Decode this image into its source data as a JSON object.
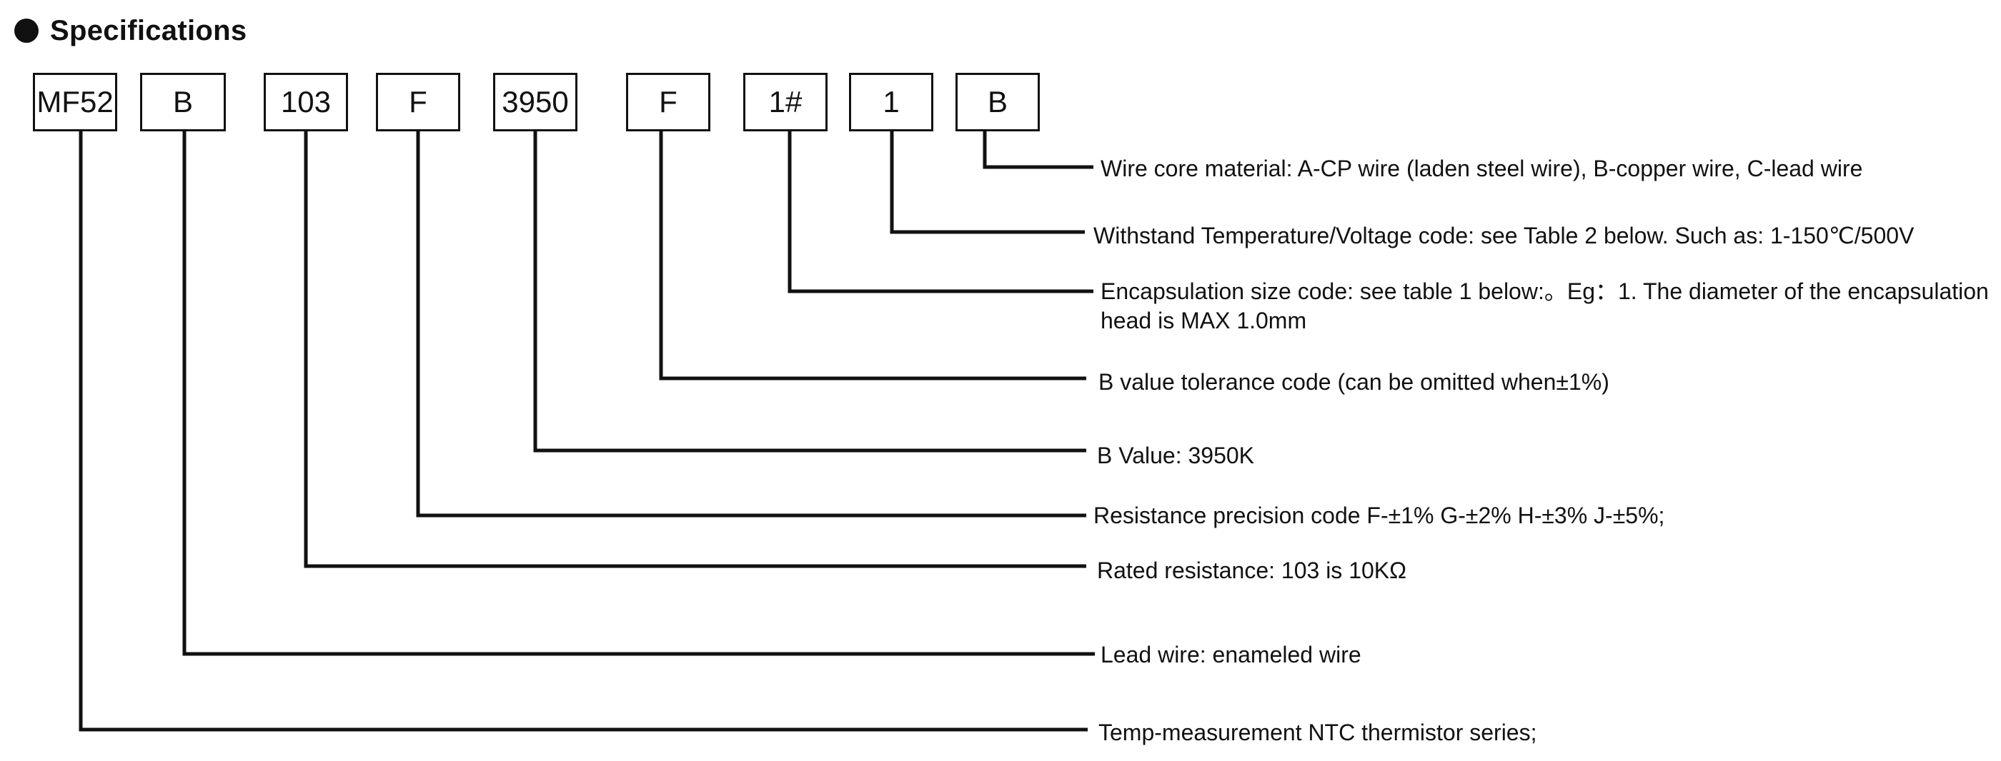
{
  "title": "Specifications",
  "codes": [
    "MF52",
    "B",
    "103",
    "F",
    "3950",
    "F",
    "1#",
    "1",
    "B"
  ],
  "descriptions": {
    "d8": "Wire core material: A-CP wire (laden steel wire), B-copper wire, C-lead wire",
    "d7": "Withstand Temperature/Voltage code: see Table 2 below. Such as: 1-150℃/500V",
    "d6_line1": "Encapsulation size code: see table 1 below:。Eg：1. The diameter of the encapsulation",
    "d6_line2": "head is MAX 1.0mm",
    "d5": "B value tolerance code (can be omitted when±1%)",
    "d4": "B Value: 3950K",
    "d3": "Resistance precision code F-±1%  G-±2%   H-±3%  J-±5%;",
    "d2": "Rated resistance: 103 is 10KΩ",
    "d1": "Lead wire: enameled wire",
    "d0": "Temp-measurement NTC thermistor series;"
  }
}
